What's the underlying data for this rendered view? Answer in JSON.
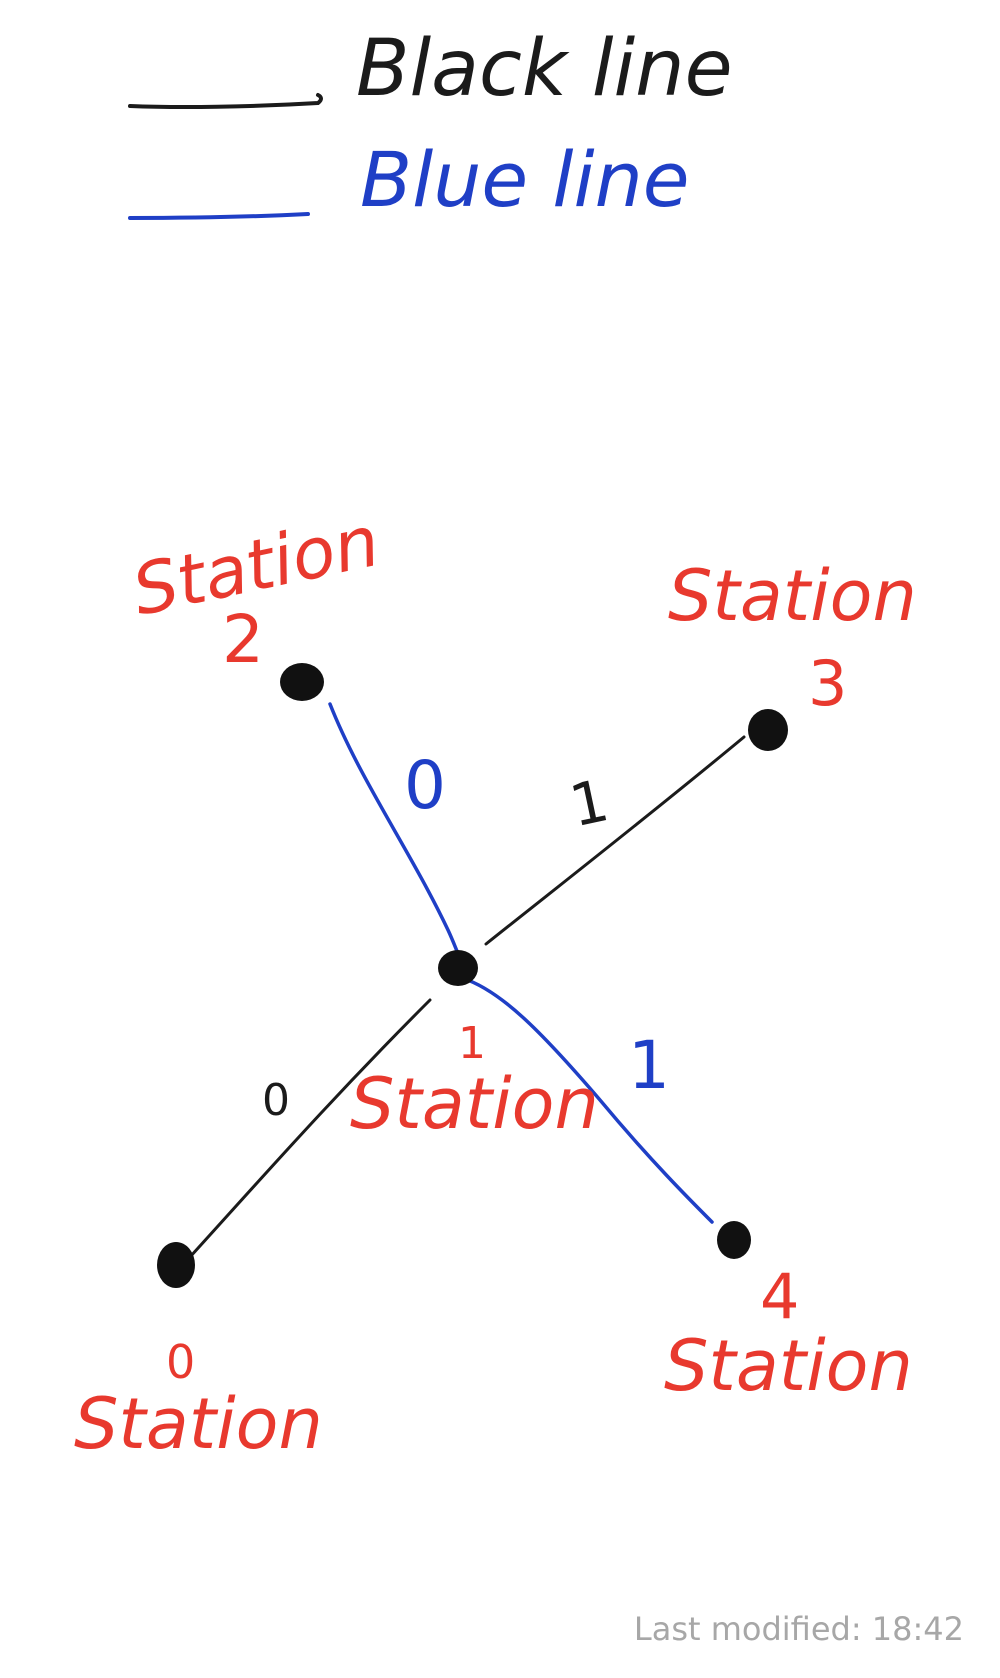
{
  "legend": {
    "items": [
      {
        "label": "Black line",
        "color": "#1b1b1b"
      },
      {
        "label": "Blue line",
        "color": "#1f3fc6"
      }
    ]
  },
  "stations": [
    {
      "id": "0",
      "name": "Station",
      "number": "0"
    },
    {
      "id": "1",
      "name": "Station",
      "number": "1"
    },
    {
      "id": "2",
      "name": "Station",
      "number": "2"
    },
    {
      "id": "3",
      "name": "Station",
      "number": "3"
    },
    {
      "id": "4",
      "name": "Station",
      "number": "4"
    }
  ],
  "edges": [
    {
      "from": "2",
      "to": "1",
      "line": "Blue line",
      "label": "0"
    },
    {
      "from": "1",
      "to": "4",
      "line": "Blue line",
      "label": "1"
    },
    {
      "from": "0",
      "to": "1",
      "line": "Black line",
      "label": "0"
    },
    {
      "from": "1",
      "to": "3",
      "line": "Black line",
      "label": "1"
    }
  ],
  "colors": {
    "station_label": "#e8392e",
    "node": "#111111",
    "black_line": "#1b1b1b",
    "blue_line": "#1f3fc6"
  },
  "footer": {
    "last_modified": "Last modified: 18:42"
  }
}
